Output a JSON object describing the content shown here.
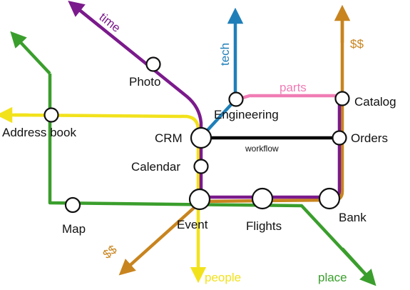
{
  "colors": {
    "time_line": "#7B1A8C",
    "tech_line": "#1E7FB8",
    "parts_line": "#F07CB5",
    "workflow_line": "#000000",
    "money_line": "#C8841E",
    "people_line": "#F2E21B",
    "place_line": "#3A9E2C",
    "station_stroke": "#111111",
    "station_fill": "#ffffff"
  },
  "line_labels": {
    "time": "time",
    "tech": "tech",
    "parts": "parts",
    "money_top": "$$",
    "money_bottom": "$$",
    "people": "people",
    "place": "place",
    "workflow": "workflow"
  },
  "stations": {
    "photo": "Photo",
    "address_book": "Address book",
    "engineering": "Engineering",
    "catalog": "Catalog",
    "crm": "CRM",
    "orders": "Orders",
    "calendar": "Calendar",
    "map": "Map",
    "event": "Event",
    "flights": "Flights",
    "bank": "Bank"
  }
}
